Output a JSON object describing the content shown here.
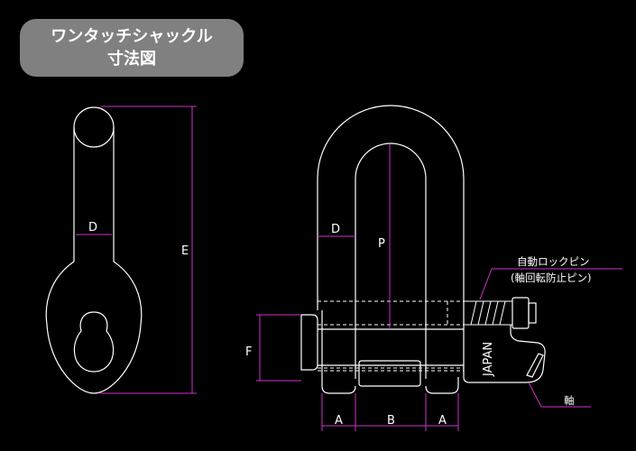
{
  "title": {
    "line1": "ワンタッチシャックル",
    "line2": "寸法図"
  },
  "dimensions": {
    "side_D": "D",
    "side_E": "E",
    "front_D": "D",
    "front_P": "P",
    "front_F": "F",
    "front_A_left": "A",
    "front_B": "B",
    "front_A_right": "A"
  },
  "annotations": {
    "auto_lock_pin_line1": "自動ロックピン",
    "auto_lock_pin_line2": "(軸回転防止ピン)",
    "shaft": "軸",
    "engraving": "JAPAN"
  },
  "colors": {
    "background": "#000000",
    "outline": "#ffffff",
    "dimension": "#cc33cc",
    "badge": "#808080"
  }
}
